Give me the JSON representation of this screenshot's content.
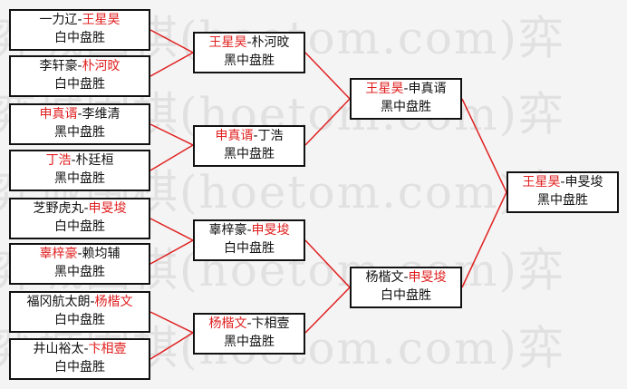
{
  "colors": {
    "winner": "#e02020",
    "line": "#e02020",
    "border": "#111111",
    "background": "#f4f4f4"
  },
  "watermark": [
    "弈城围棋(hoetom.com)弈",
    "弈城围棋(hoetom.com)弈",
    "弈城围棋(hoetom.com)弈",
    "弈城围棋(hoetom.com)弈",
    "弈城围棋(hoetom.com)弈"
  ],
  "round1": [
    {
      "p1": "一力辽",
      "sep": "-",
      "p2": "王星昊",
      "winner": 2,
      "result": "白中盘胜"
    },
    {
      "p1": "李轩豪",
      "sep": "-",
      "p2": "朴河旼",
      "winner": 2,
      "result": "白中盘胜"
    },
    {
      "p1": "申真谞",
      "sep": "-",
      "p2": "李维清",
      "winner": 1,
      "result": "黑中盘胜"
    },
    {
      "p1": "丁浩",
      "sep": "-",
      "p2": "朴廷桓",
      "winner": 1,
      "result": "黑中盘胜"
    },
    {
      "p1": "芝野虎丸",
      "sep": "-",
      "p2": "申旻埈",
      "winner": 2,
      "result": "白中盘胜"
    },
    {
      "p1": "辜梓豪",
      "sep": "-",
      "p2": "赖均辅",
      "winner": 1,
      "result": "黑中盘胜"
    },
    {
      "p1": "福冈航太朗",
      "sep": "-",
      "p2": "杨楷文",
      "winner": 2,
      "result": "白中盘胜"
    },
    {
      "p1": "井山裕太",
      "sep": "-",
      "p2": "卞相壹",
      "winner": 2,
      "result": "白中盘胜"
    }
  ],
  "round2": [
    {
      "p1": "王星昊",
      "sep": "-",
      "p2": "朴河旼",
      "winner": 1,
      "result": "黑中盘胜"
    },
    {
      "p1": "申真谞",
      "sep": "-",
      "p2": "丁浩",
      "winner": 1,
      "result": "黑中盘胜"
    },
    {
      "p1": "辜梓豪",
      "sep": "-",
      "p2": "申旻埈",
      "winner": 2,
      "result": "白中盘胜"
    },
    {
      "p1": "杨楷文",
      "sep": "-",
      "p2": "卞相壹",
      "winner": 1,
      "result": "黑中盘胜"
    }
  ],
  "round3": [
    {
      "p1": "王星昊",
      "sep": "-",
      "p2": "申真谞",
      "winner": 1,
      "result": "黑中盘胜"
    },
    {
      "p1": "杨楷文",
      "sep": "-",
      "p2": "申旻埈",
      "winner": 2,
      "result": "白中盘胜"
    }
  ],
  "round4": [
    {
      "p1": "王星昊",
      "sep": "-",
      "p2": "申旻埈",
      "winner": 1,
      "result": "黑中盘胜"
    }
  ]
}
